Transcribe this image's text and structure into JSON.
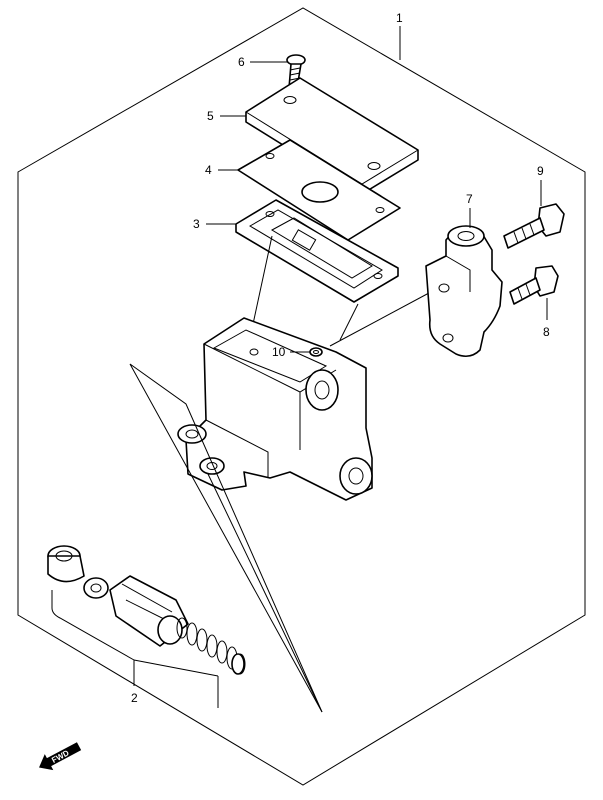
{
  "diagram": {
    "callouts": [
      {
        "id": "1",
        "label": "1"
      },
      {
        "id": "2",
        "label": "2"
      },
      {
        "id": "3",
        "label": "3"
      },
      {
        "id": "4",
        "label": "4"
      },
      {
        "id": "5",
        "label": "5"
      },
      {
        "id": "6",
        "label": "6"
      },
      {
        "id": "7",
        "label": "7"
      },
      {
        "id": "8",
        "label": "8"
      },
      {
        "id": "9",
        "label": "9"
      },
      {
        "id": "10",
        "label": "10"
      }
    ],
    "fwd_badge": "FWD",
    "icons": [
      "fwd-arrow-icon"
    ]
  }
}
